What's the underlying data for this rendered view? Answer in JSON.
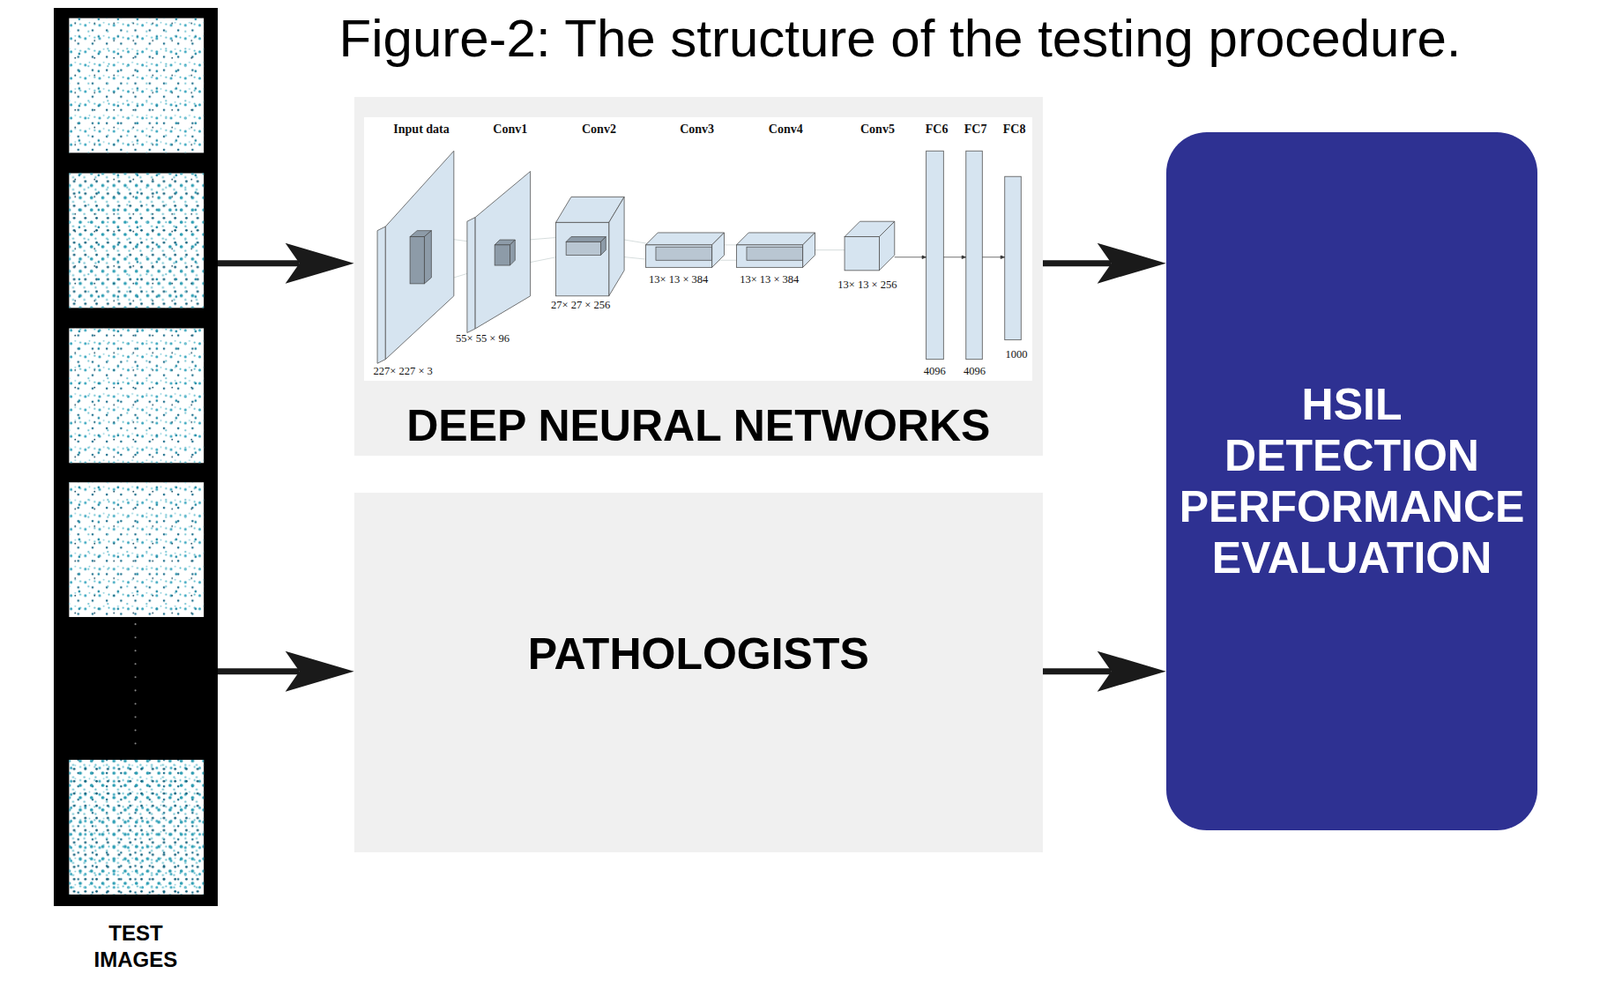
{
  "diagram": {
    "title": "Figure-2: The structure of the testing procedure.",
    "nodes": [
      {
        "text": [
          "TEST IMAGES"
        ]
      },
      {
        "text": [
          "DEEP NEURAL NETWORKS"
        ]
      },
      {
        "text": [
          "PATHOLOGISTS"
        ]
      },
      {
        "text": [
          "HSIL DETECTION PERFORMANCE EVALUATION"
        ]
      }
    ],
    "edges": [
      {
        "from": 0,
        "to": 1,
        "arrow": "to"
      },
      {
        "from": 0,
        "to": 2,
        "arrow": "to"
      },
      {
        "from": 1,
        "to": 3,
        "arrow": "to"
      },
      {
        "from": 2,
        "to": 3,
        "arrow": "to"
      }
    ],
    "labels": [
      "Input data",
      "Conv1",
      "Conv2",
      "Conv3",
      "Conv4",
      "Conv5",
      "FC6",
      "FC7",
      "FC8",
      "227× 227 × 3",
      "55× 55 × 96",
      "27× 27 × 256",
      "13× 13 × 384",
      "13× 13 × 384",
      "13× 13 × 256",
      "4096",
      "4096",
      "1000"
    ]
  }
}
